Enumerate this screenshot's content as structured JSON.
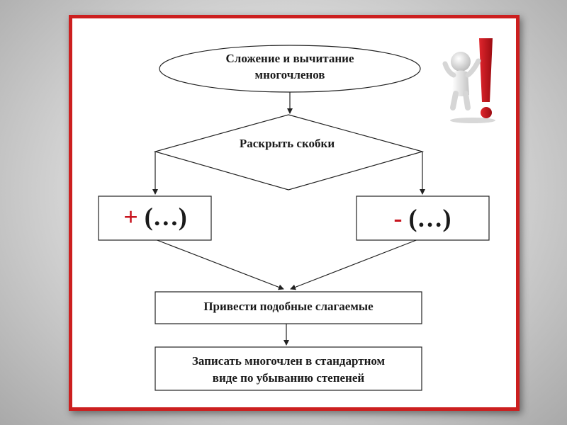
{
  "flowchart": {
    "start": {
      "line1": "Сложение и вычитание",
      "line2": "многочленов"
    },
    "decision": "Раскрыть скобки",
    "plus_branch": {
      "sign": "+",
      "rest": " (…)"
    },
    "minus_branch": {
      "sign": "-",
      "rest": " (…)"
    },
    "combine": "Привести подобные слагаемые",
    "result": {
      "line1": "Записать многочлен в стандартном",
      "line2": "виде по убыванию степеней"
    }
  },
  "decoration": {
    "figure": "person-with-exclamation-mark-icon",
    "accent_color": "#cc1f1f"
  }
}
